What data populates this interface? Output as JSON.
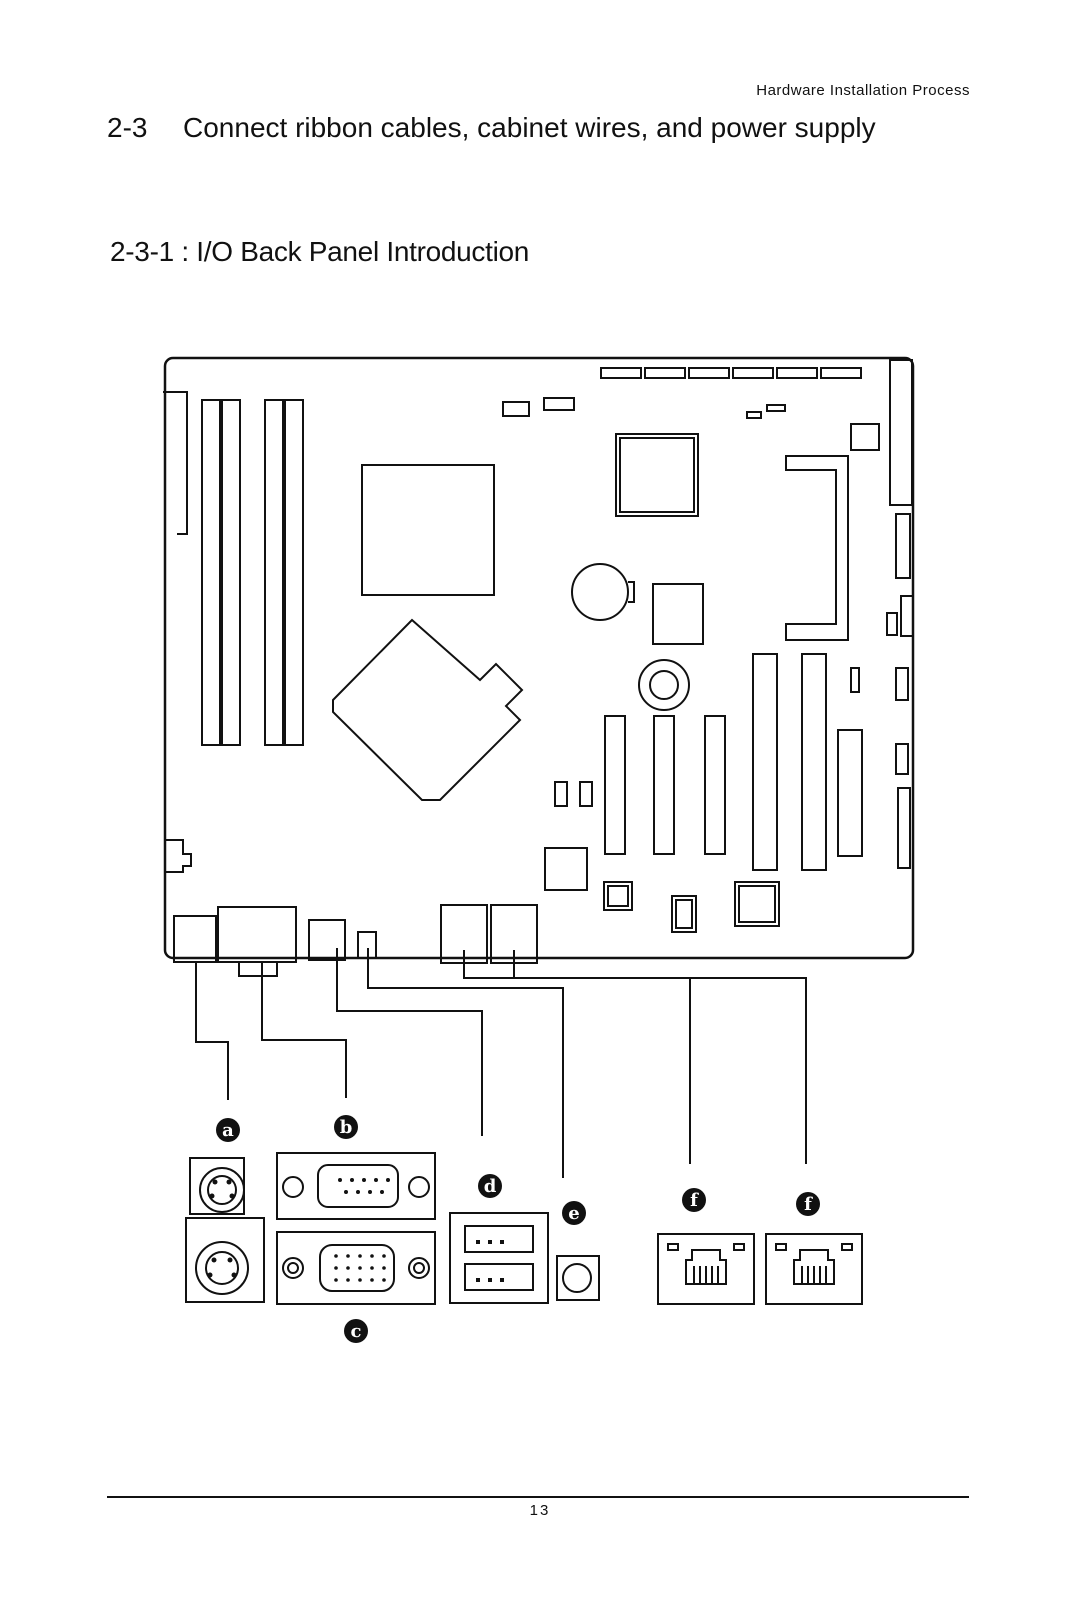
{
  "header": {
    "running_title": "Hardware Installation Process"
  },
  "section": {
    "number": "2-3",
    "title": "Connect ribbon cables, cabinet wires, and power supply"
  },
  "subsection": {
    "title": "2-3-1 : I/O Back Panel Introduction"
  },
  "figure": {
    "callouts": [
      {
        "letter": "a"
      },
      {
        "letter": "b"
      },
      {
        "letter": "c"
      },
      {
        "letter": "d"
      },
      {
        "letter": "e"
      },
      {
        "letter": "f"
      },
      {
        "letter": "f"
      }
    ]
  },
  "footer": {
    "page_number": "13"
  }
}
